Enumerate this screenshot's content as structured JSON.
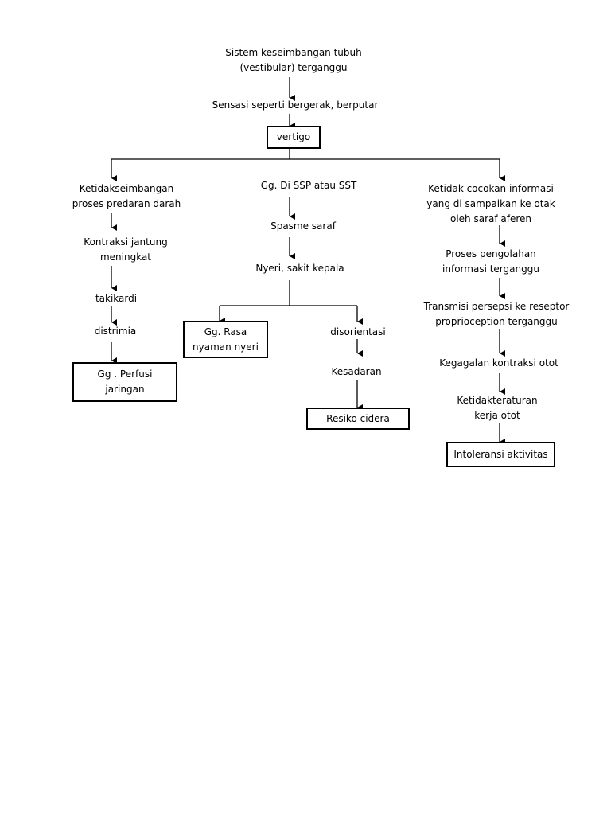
{
  "nodes": {
    "vestibular": "Sistem keseimbangan tubuh\n(vestibular) terganggu",
    "sensasi": "Sensasi seperti bergerak, berputar",
    "vertigo": "vertigo",
    "left_1": "Ketidakseimbangan\nproses predaran darah",
    "left_2": "Kontraksi jantung\nmeningkat",
    "left_3": "takikardi",
    "left_4": "distrimia",
    "left_5": "Gg . Perfusi\njaringan",
    "mid_1": "Gg. Di SSP atau SST",
    "mid_2": "Spasme saraf",
    "mid_3": "Nyeri, sakit kepala",
    "mid_left": "Gg. Rasa\nnyaman nyeri",
    "mid_right_1": "disorientasi",
    "mid_right_2": "Kesadaran",
    "mid_right_3": "Resiko cidera",
    "right_1": "Ketidak cocokan informasi\nyang di sampaikan ke otak\noleh saraf aferen",
    "right_2": "Proses pengolahan\ninformasi terganggu",
    "right_3": "Transmisi persepsi ke reseptor\nproprioception terganggu",
    "right_4": "Kegagalan kontraksi otot",
    "right_5": "Ketidakteraturan\nkerja otot",
    "right_6": "Intoleransi aktivitas"
  }
}
